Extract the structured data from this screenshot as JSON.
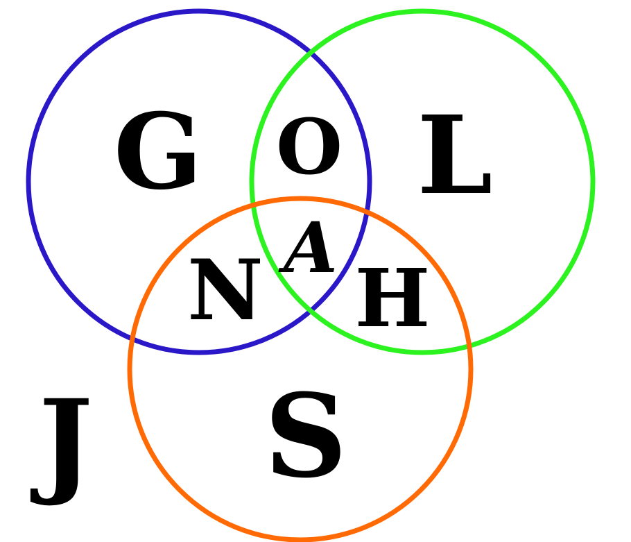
{
  "colors": {
    "circle_top_left": "#2a17c7",
    "circle_top_right": "#2cf21f",
    "circle_bottom": "#ff6a05",
    "letters": "#000000",
    "background": "#ffffff"
  },
  "letters": {
    "top_left_only": "G",
    "top_left_and_top_right": "O",
    "top_right_only": "L",
    "all_three": "A",
    "top_left_and_bottom": "N",
    "top_right_and_bottom": "H",
    "bottom_only": "S",
    "outside": "J"
  }
}
